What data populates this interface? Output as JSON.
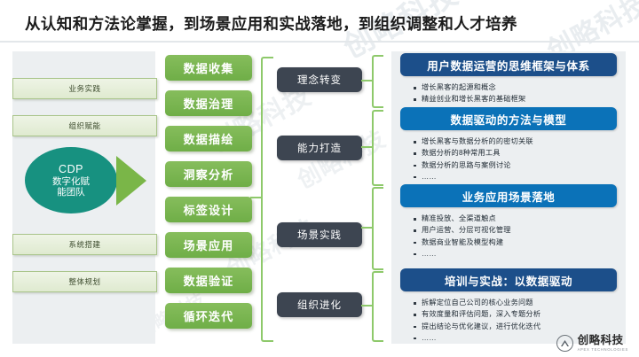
{
  "title": "从认知和方法论掌握，到场景应用和实战落地，到组织调整和人才培养",
  "left_panel": {
    "boxes": [
      {
        "label": "业务实践"
      },
      {
        "label": "组织赋能"
      },
      {
        "label": "系统搭建"
      },
      {
        "label": "整体规划"
      }
    ],
    "center_node": {
      "line1": "CDP",
      "line2": "数字化赋",
      "line3": "能团队"
    }
  },
  "process_steps": [
    {
      "label": "数据收集"
    },
    {
      "label": "数据治理"
    },
    {
      "label": "数据描绘"
    },
    {
      "label": "洞察分析"
    },
    {
      "label": "标签设计"
    },
    {
      "label": "场景应用"
    },
    {
      "label": "数据验证"
    },
    {
      "label": "循环迭代"
    }
  ],
  "stages": [
    {
      "label": "理念转变"
    },
    {
      "label": "能力打造"
    },
    {
      "label": "场景实践"
    },
    {
      "label": "组织进化"
    }
  ],
  "cards": [
    {
      "header": "用户数据运营的思维框架与体系",
      "header_color": "#1c4f8a",
      "bullets": [
        "增长黑客的起源和概念",
        "精益创业和增长黑客的基础框架",
        "……"
      ]
    },
    {
      "header": "数据驱动的方法与模型",
      "header_color": "#0b72b8",
      "bullets": [
        "增长黑客与数据分析的的密切关联",
        "数据分析的8种常用工具",
        "数据分析的思路与案例讨论",
        "……"
      ]
    },
    {
      "header": "业务应用场景落地",
      "header_color": "#0b72b8",
      "bullets": [
        "精准投放、全渠道触点",
        "用户运营、分层可视化管理",
        "数据商业智能及模型构建",
        "……"
      ]
    },
    {
      "header": "培训与实战：以数据驱动",
      "header_color": "#1c4f8a",
      "bullets": [
        "拆解定位自己公司的核心业务问题",
        "有效度量和评估问题，深入专题分析",
        "提出结论与优化建议，进行优化迭代",
        "……"
      ]
    }
  ],
  "logo": {
    "name": "创略科技",
    "sub": "APEX TECHNOLOGIES"
  },
  "watermark": {
    "text": "创略科技",
    "sub": "APEX"
  },
  "colors": {
    "green": "#6fae47",
    "teal": "#179180",
    "dark": "#3d4551",
    "navy": "#1c4f8a",
    "blue": "#0b72b8",
    "panel_bg": "#eceff1"
  }
}
